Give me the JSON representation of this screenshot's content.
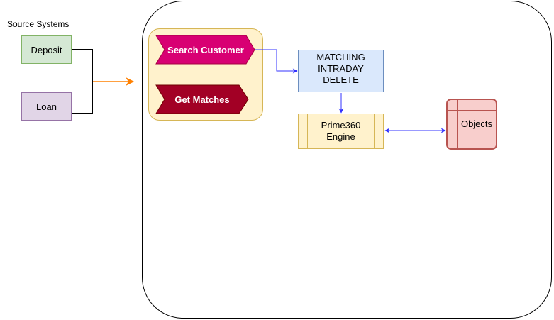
{
  "source_title": "Source Systems",
  "sources": {
    "deposit": "Deposit",
    "loan": "Loan"
  },
  "steps": {
    "search_customer": "Search Customer",
    "get_matches": "Get Matches"
  },
  "matching": {
    "line1": "MATCHING",
    "line2": "INTRADAY",
    "line3": "DELETE"
  },
  "engine": {
    "line1": "Prime360",
    "line2": "Engine"
  },
  "objects": "Objects",
  "colors": {
    "deposit_fill": "#d5e8d4",
    "loan_fill": "#e1d5e7",
    "step1_fill": "#d80073",
    "step2_fill": "#a20025",
    "group_fill": "#fff2cc",
    "matching_fill": "#dae8fc",
    "engine_fill": "#fff2cc",
    "objects_fill": "#f8cecc",
    "connector_blue": "#3333ff",
    "connector_orange": "#ff8000"
  }
}
